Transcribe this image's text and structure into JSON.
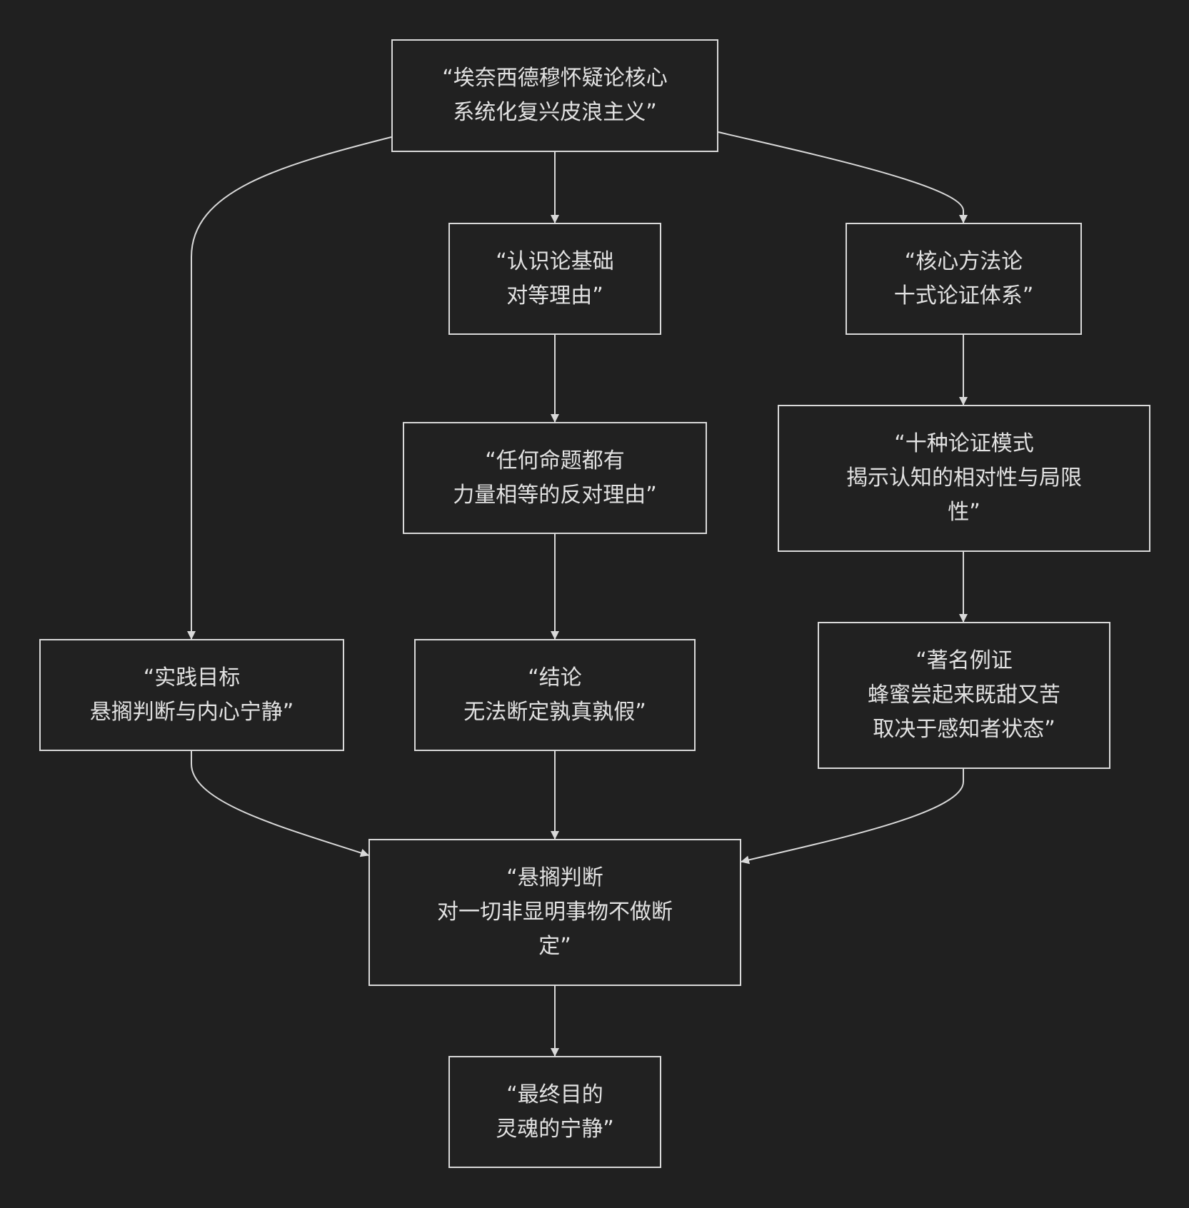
{
  "nodes": {
    "core": "“埃奈西德穆怀疑论核心\n系统化复兴皮浪主义”",
    "epistemology": "“认识论基础\n对等理由”",
    "methodology": "“核心方法论\n十式论证体系”",
    "opposing_reasons": "“任何命题都有\n力量相等的反对理由”",
    "ten_modes": "“十种论证模式\n揭示认知的相对性与局限\n性”",
    "practical_goal": "“实践目标\n悬搁判断与内心宁静”",
    "conclusion": "“结论\n无法断定孰真孰假”",
    "example": "“著名例证\n蜂蜜尝起来既甜又苦\n取决于感知者状态”",
    "suspension": "“悬搁判断\n对一切非显明事物不做断\n定”",
    "final_goal": "“最终目的\n灵魂的宁静”"
  },
  "edges": [
    {
      "from": "core",
      "to": "practical_goal"
    },
    {
      "from": "core",
      "to": "epistemology"
    },
    {
      "from": "core",
      "to": "methodology"
    },
    {
      "from": "epistemology",
      "to": "opposing_reasons"
    },
    {
      "from": "opposing_reasons",
      "to": "conclusion"
    },
    {
      "from": "methodology",
      "to": "ten_modes"
    },
    {
      "from": "ten_modes",
      "to": "example"
    },
    {
      "from": "practical_goal",
      "to": "suspension"
    },
    {
      "from": "conclusion",
      "to": "suspension"
    },
    {
      "from": "example",
      "to": "suspension"
    },
    {
      "from": "suspension",
      "to": "final_goal"
    }
  ],
  "colors": {
    "background": "#202020",
    "node_border": "#d9d9d9",
    "text": "#e2e2e2",
    "edge": "#d9d9d9"
  }
}
